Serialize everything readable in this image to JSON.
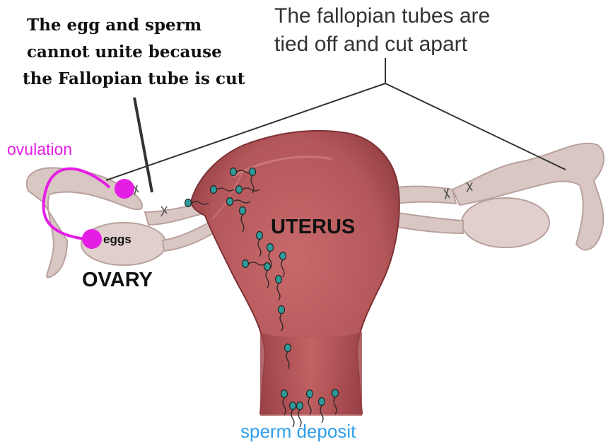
{
  "labels": {
    "note_cut_line1": "The egg and sperm",
    "note_cut_line2": "cannot unite because",
    "note_cut_line3": "the Fallopian tube is cut",
    "note_tied_line1": "The fallopian tubes are",
    "note_tied_line2": "tied off and cut apart",
    "ovulation": "ovulation",
    "eggs": "eggs",
    "ovary": "OVARY",
    "uterus": "UTERUS",
    "sperm_deposit": "sperm deposit"
  },
  "colors": {
    "uterus": "#b4575a",
    "uterus_dark": "#8f3c40",
    "tube": "#d9c7c4",
    "ovulation": "#e51ee5",
    "sperm_head": "#2f9b98",
    "sperm_deposit_text": "#2f9ee8"
  }
}
